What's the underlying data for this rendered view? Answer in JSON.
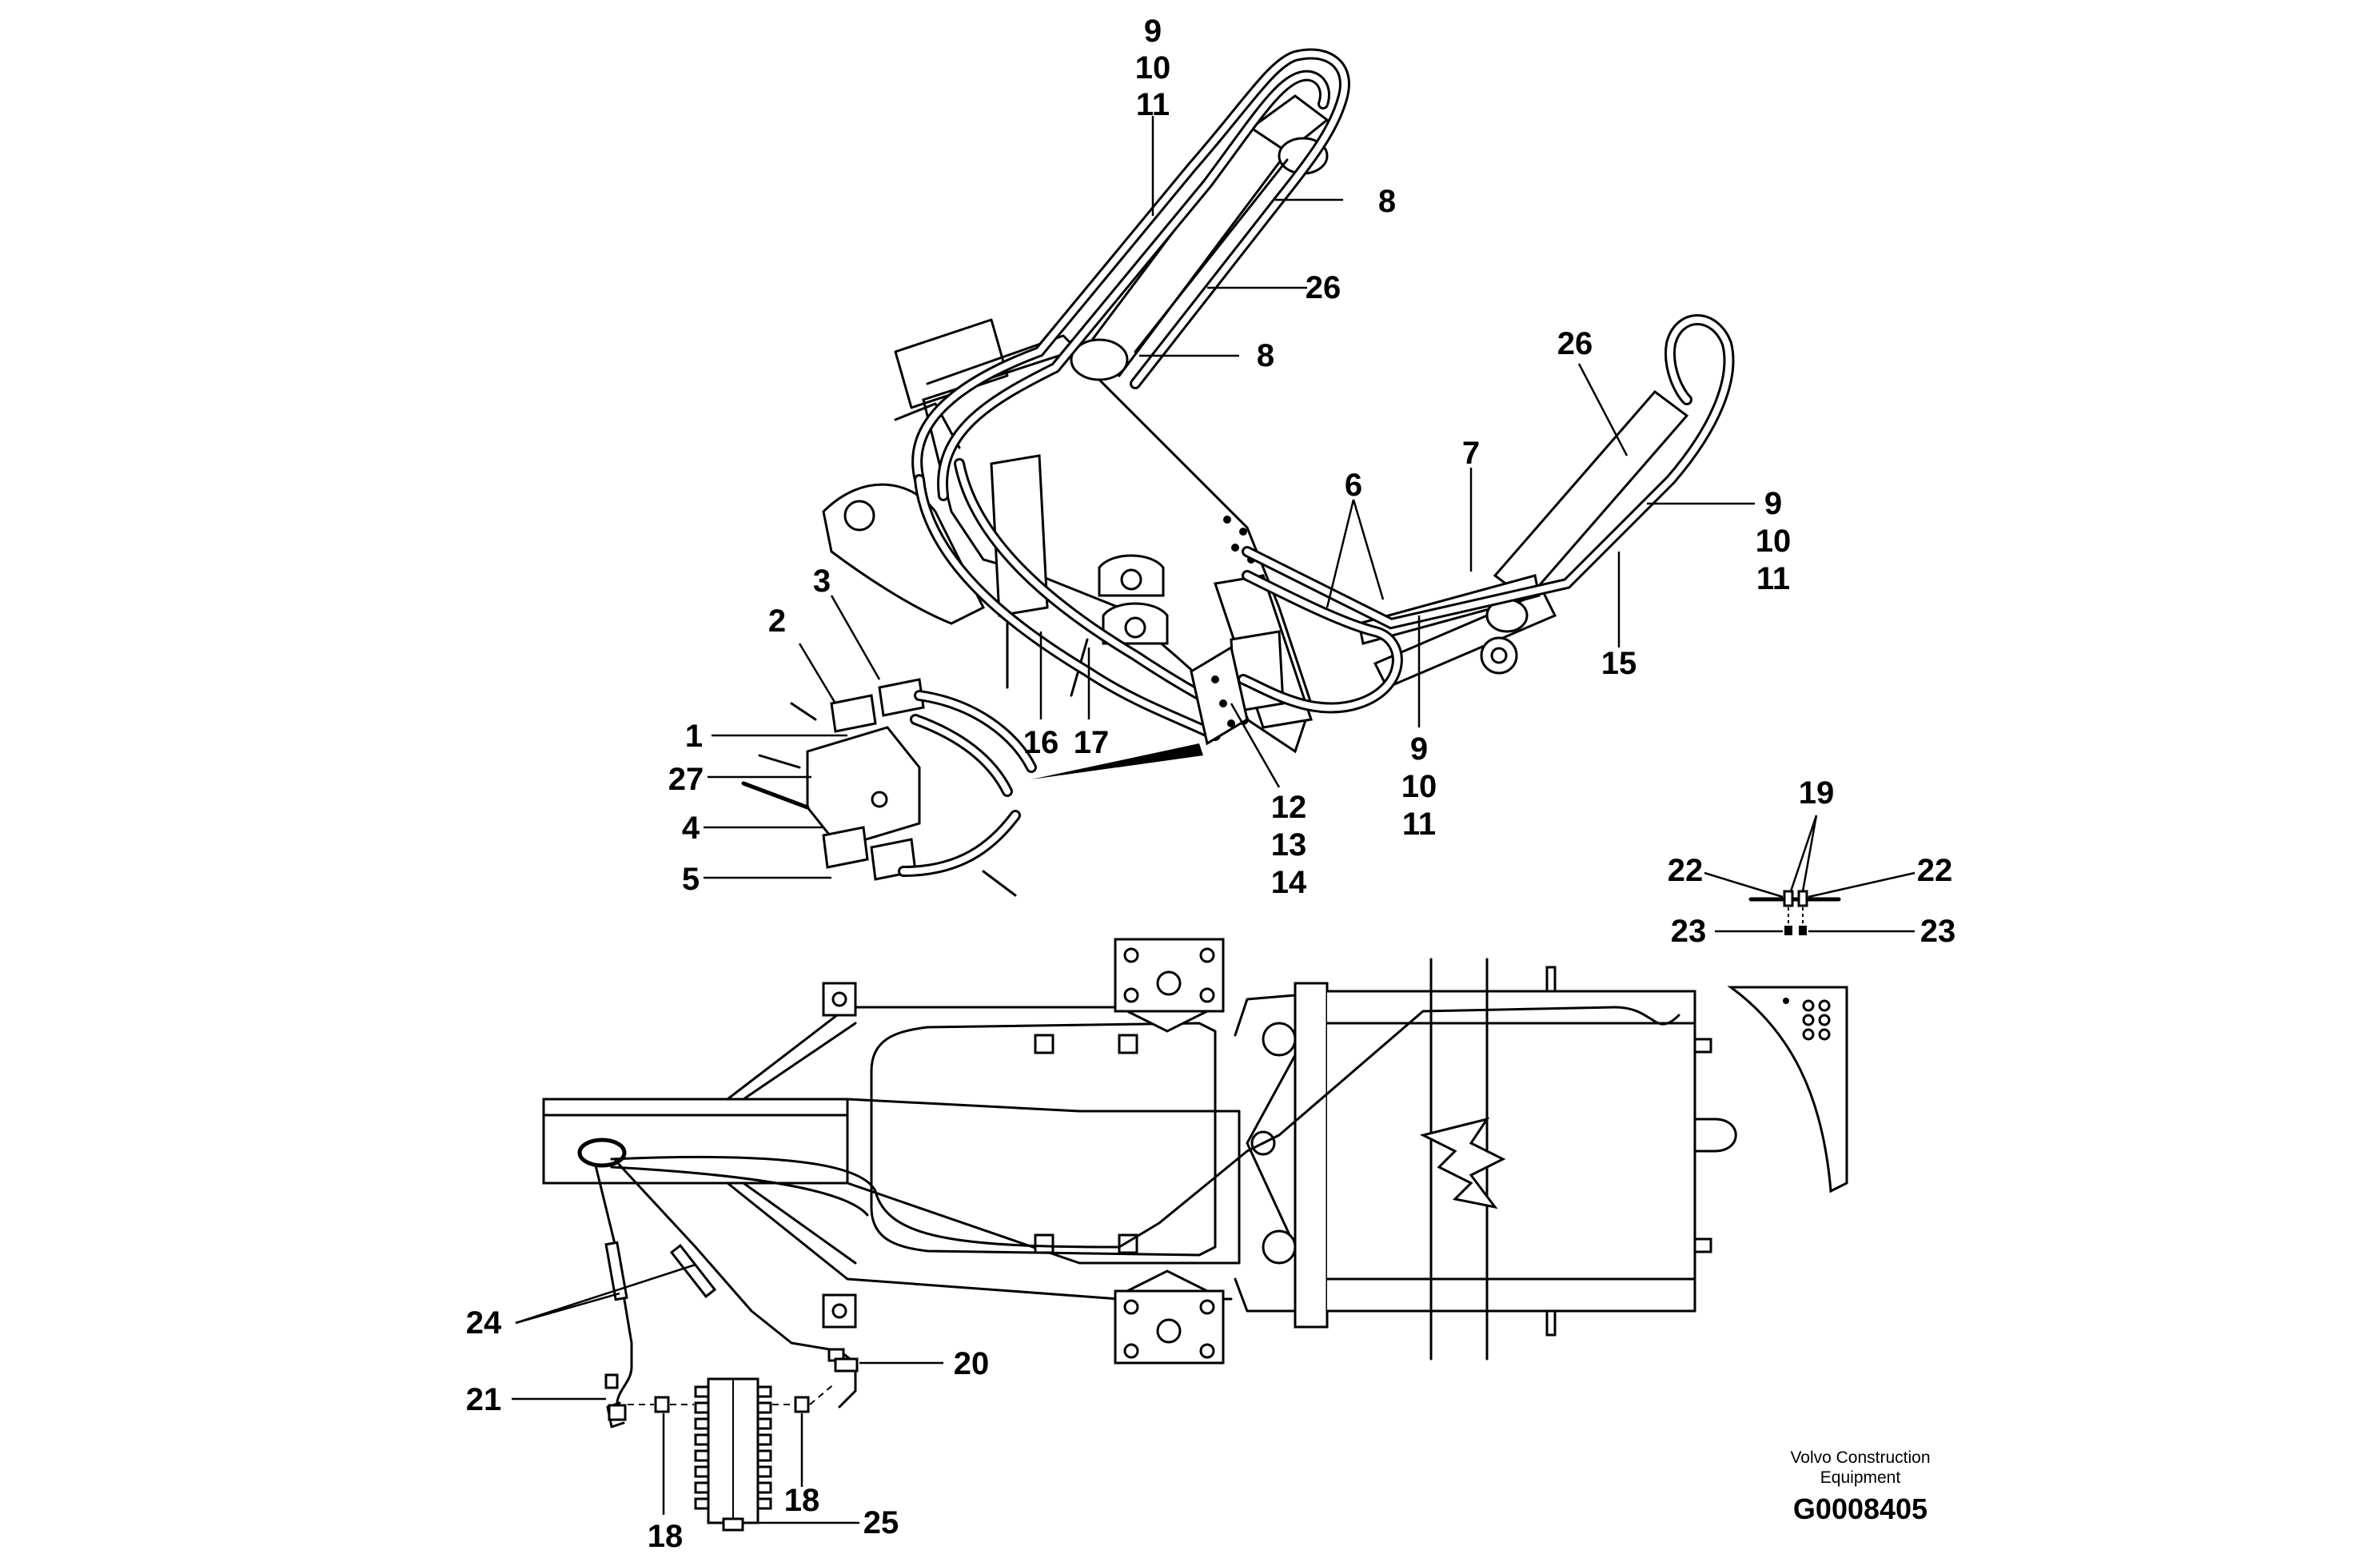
{
  "callouts": {
    "c_9a": "9",
    "c_10a": "10",
    "c_11a": "11",
    "c_8a": "8",
    "c_26a": "26",
    "c_8b": "8",
    "c_26b": "26",
    "c_6": "6",
    "c_7": "7",
    "c_9b": "9",
    "c_10b": "10",
    "c_11b": "11",
    "c_15": "15",
    "c_3": "3",
    "c_2": "2",
    "c_1": "1",
    "c_27": "27",
    "c_4": "4",
    "c_5": "5",
    "c_16": "16",
    "c_17": "17",
    "c_12": "12",
    "c_13": "13",
    "c_14": "14",
    "c_9c": "9",
    "c_10c": "10",
    "c_11c": "11",
    "c_19": "19",
    "c_22a": "22",
    "c_22b": "22",
    "c_23a": "23",
    "c_23b": "23",
    "c_24": "24",
    "c_20": "20",
    "c_21": "21",
    "c_18a": "18",
    "c_18b": "18",
    "c_25": "25"
  },
  "caption": {
    "line1": "Volvo Construction",
    "line2": "Equipment",
    "code": "G0008405"
  }
}
